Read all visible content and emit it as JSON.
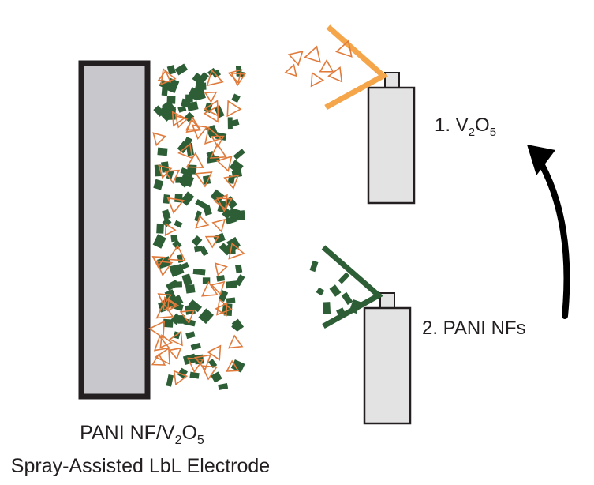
{
  "labels": {
    "step1": {
      "prefix": "1. V",
      "sub1": "2",
      "mid": "O",
      "sub2": "5"
    },
    "step2": "2. PANI NFs",
    "caption_line1": {
      "prefix": "PANI NF/V",
      "sub1": "2",
      "mid": "O",
      "sub2": "5"
    },
    "caption_line2": "Spray-Assisted LbL Electrode"
  },
  "colors": {
    "electrode_fill": "#c8c8cc",
    "electrode_border": "#231f20",
    "can_fill": "#e3e3e3",
    "v2o5_spray": "#f5a54a",
    "v2o5_particle": "#e07b3c",
    "pani_particle": "#2d5e36",
    "arrow": "#000000"
  },
  "icons": {
    "spray_can_1": "spray-can-icon",
    "spray_can_2": "spray-can-icon",
    "cycle_arrow": "curved-arrow-icon"
  }
}
